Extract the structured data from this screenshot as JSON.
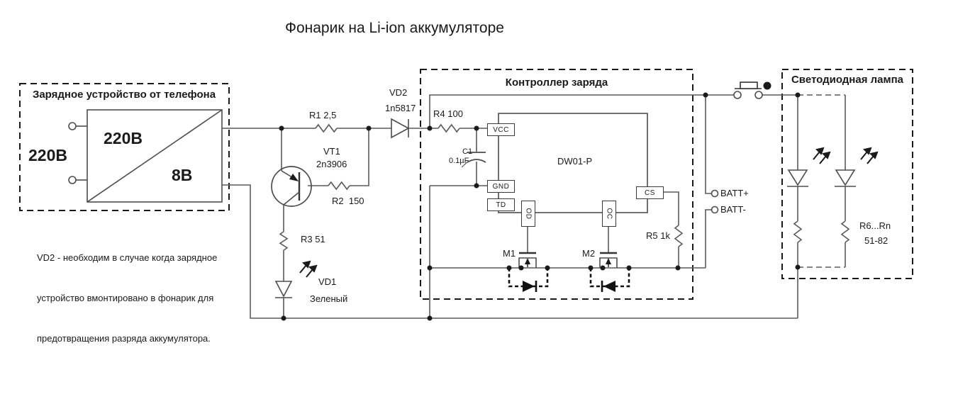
{
  "title": "Фонарик на Li-ion аккумуляторе",
  "colors": {
    "background": "#ffffff",
    "wire": "#5a5a5a",
    "ink": "#1a1a1a"
  },
  "charger": {
    "box_title": "Зарядное устройство от телефона",
    "input_label": "220В",
    "primary_label": "220В",
    "secondary_label": "8В",
    "note_line1": "VD2 - необходим в случае когда зарядное",
    "note_line2": "устройство вмонтировано в фонарик для",
    "note_line3": "предотвращения разряда аккумулятора."
  },
  "components": {
    "r1_label": "R1 2,5",
    "vt1_ref": "VT1",
    "vt1_part": "2n3906",
    "r2_label": "R2  150",
    "r3_label": "R3 51",
    "vd1_ref": "VD1",
    "vd1_note": "Зеленый",
    "vd2_ref": "VD2",
    "vd2_part": "1n5817",
    "r4_label": "R4 100",
    "c1_ref": "C1",
    "c1_value": "0.1µF",
    "r5_label": "R5 1k",
    "m1_label": "M1",
    "m2_label": "M2"
  },
  "controller": {
    "box_title": "Контроллер заряда",
    "ic_name": "DW01-P",
    "pins": {
      "vcc": "VCC",
      "gnd": "GND",
      "td": "TD",
      "od": "OD",
      "oc": "OC",
      "cs": "CS"
    }
  },
  "battery": {
    "plus": "BATT+",
    "minus": "BATT-"
  },
  "lamp": {
    "box_title": "Светодиодная лампа",
    "r_range": "R6...Rn",
    "r_values": "51-82"
  }
}
